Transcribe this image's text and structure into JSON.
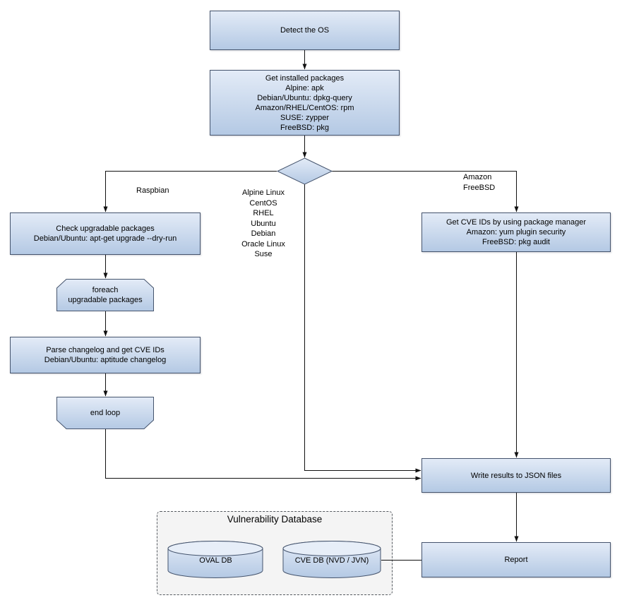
{
  "diagram": {
    "background": "#ffffff",
    "node_fill_top": "#e3ebf7",
    "node_fill_bottom": "#b4c9e4",
    "node_border": "#45546d",
    "connector_color": "#111111",
    "group_fill": "#f4f4f4"
  },
  "nodes": {
    "detect_os": {
      "label": "Detect the OS"
    },
    "get_installed_packages": {
      "label": "Get installed packages\nAlpine: apk\nDebian/Ubuntu: dpkg-query\nAmazon/RHEL/CentOS: rpm\nSUSE: zypper\nFreeBSD: pkg"
    },
    "check_upgradable": {
      "label": "Check upgradable packages\nDebian/Ubuntu: apt-get upgrade --dry-run"
    },
    "foreach_loop": {
      "label": "foreach\nupgradable packages"
    },
    "parse_changelog": {
      "label": "Parse changelog and get CVE IDs\nDebian/Ubuntu: aptitude changelog"
    },
    "end_loop": {
      "label": "end loop"
    },
    "get_cve_ids": {
      "label": "Get CVE IDs by using package manager\nAmazon: yum plugin security\nFreeBSD: pkg audit"
    },
    "write_results": {
      "label": "Write results to JSON files"
    },
    "report": {
      "label": "Report"
    },
    "oval_db": {
      "label": "OVAL DB"
    },
    "cve_db": {
      "label": "CVE DB (NVD / JVN)"
    }
  },
  "edge_labels": {
    "raspbian": "Raspbian",
    "amazon_freebsd": "Amazon\nFreeBSD",
    "other_linux": "Alpine Linux\nCentOS\nRHEL\nUbuntu\nDebian\nOracle Linux\nSuse"
  },
  "group": {
    "title": "Vulnerability Database"
  }
}
